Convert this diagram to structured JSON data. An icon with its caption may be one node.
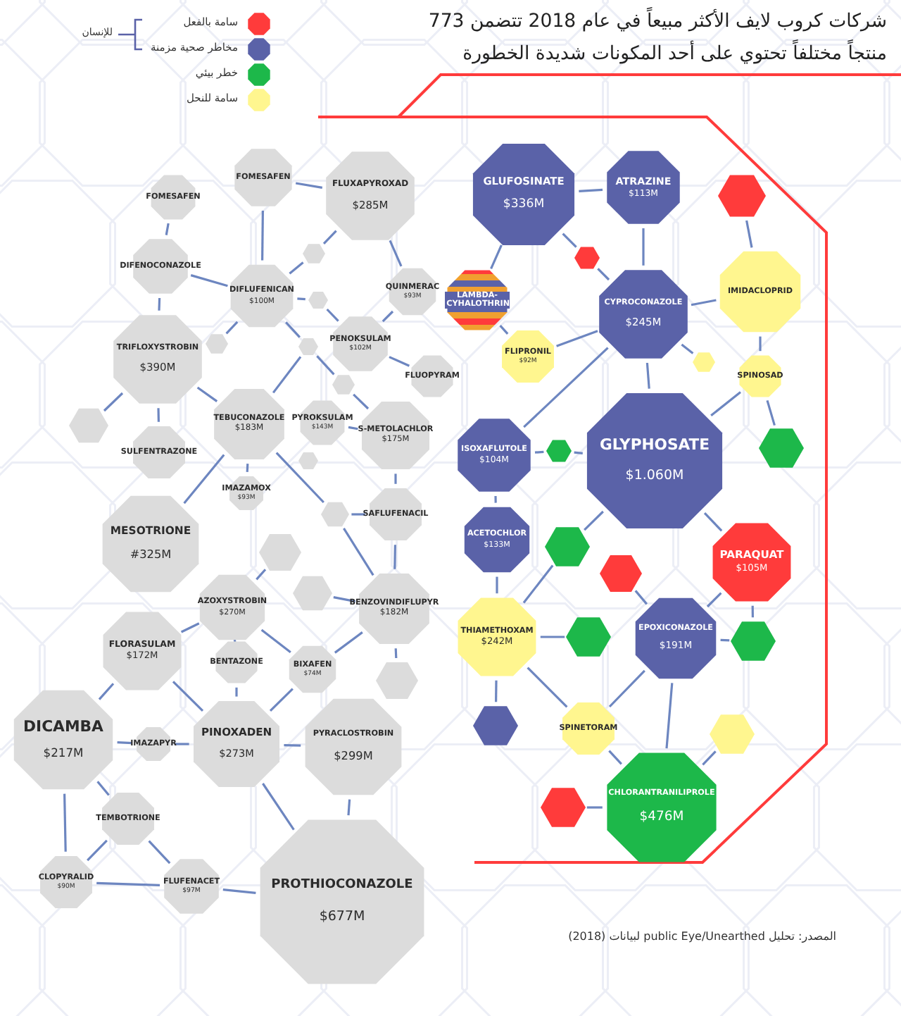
{
  "diagram": {
    "title": "شركات كروب لايف الأكثر مبيعاً في عام 2018 تتضمن 773 منتجاً مختلفاً تحتوي على أحد المكونات شديدة الخطورة",
    "nodes": [
      {
        "text": [
          "FOMESAFEN"
        ]
      },
      {
        "text": [
          "FOMESAFEN"
        ]
      },
      {
        "text": [
          "FLUXAPYROXAD",
          "$285M"
        ]
      },
      {
        "text": [
          "DIFENOCONAZOLE"
        ]
      },
      {
        "text": [
          "DIFLUFENICAN",
          "$100M"
        ]
      },
      {
        "text": [],
        "shape": "hexagon"
      },
      {
        "text": [
          "QUINMERAC",
          "$93M"
        ]
      },
      {
        "text": [],
        "shape": "hexagon"
      },
      {
        "text": [
          "TRIFLOXYSTROBIN",
          "$390M"
        ]
      },
      {
        "text": [],
        "shape": "hexagon"
      },
      {
        "text": [],
        "shape": "hexagon"
      },
      {
        "text": [
          "PENOKSULAM",
          "$102M"
        ]
      },
      {
        "text": [
          "FLUOPYRAM"
        ]
      },
      {
        "text": [],
        "shape": "hexagon"
      },
      {
        "text": [],
        "shape": "hexagon"
      },
      {
        "text": [
          "SULFENTRAZONE"
        ]
      },
      {
        "text": [
          "TEBUCONAZOLE",
          "$183M"
        ]
      },
      {
        "text": [
          "PYROKSULAM",
          "$143M"
        ]
      },
      {
        "text": [
          "S-METOLACHLOR",
          "$175M"
        ]
      },
      {
        "text": [],
        "shape": "hexagon"
      },
      {
        "text": [
          "IMAZAMOX",
          "$93M"
        ]
      },
      {
        "text": [
          "MESOTRIONE",
          "#325M"
        ]
      },
      {
        "text": [],
        "shape": "hexagon"
      },
      {
        "text": [
          "SAFLUFENACIL"
        ]
      },
      {
        "text": [],
        "shape": "hexagon"
      },
      {
        "text": [
          "AZOXYSTROBIN",
          "$270M"
        ]
      },
      {
        "text": [],
        "shape": "hexagon"
      },
      {
        "text": [
          "BENZOVINDIFLUPYR",
          "$182M"
        ]
      },
      {
        "text": [
          "FLORASULAM",
          "$172M"
        ]
      },
      {
        "text": [
          "BENTAZONE"
        ]
      },
      {
        "text": [
          "BIXAFEN",
          "$74M"
        ]
      },
      {
        "text": [],
        "shape": "hexagon"
      },
      {
        "text": [
          "DICAMBA",
          "$217M"
        ]
      },
      {
        "text": [
          "IMAZAPYR"
        ]
      },
      {
        "text": [
          "PINOXADEN",
          "$273M"
        ]
      },
      {
        "text": [
          "PYRACLOSTROBIN",
          "$299M"
        ]
      },
      {
        "text": [
          "TEMBOTRIONE"
        ]
      },
      {
        "text": [
          "CLOPYRALID",
          "$90M"
        ]
      },
      {
        "text": [
          "FLUFENACET",
          "$97M"
        ]
      },
      {
        "text": [
          "PROTHIOCONAZOLE",
          "$677M"
        ]
      },
      {
        "text": [
          "GLUFOSINATE",
          "$336M"
        ]
      },
      {
        "text": [
          "ATRAZINE",
          "$113M"
        ]
      },
      {
        "text": [],
        "shape": "hexagon"
      },
      {
        "text": [],
        "shape": "hexagon"
      },
      {
        "text": [
          "LAMBDA-CYHALOTHRIN"
        ]
      },
      {
        "text": [
          "CYPROCONAZOLE",
          "$245M"
        ]
      },
      {
        "text": [
          "IMIDACLOPRID"
        ]
      },
      {
        "text": [
          "FLIPRONIL",
          "$92M"
        ]
      },
      {
        "text": [],
        "shape": "hexagon"
      },
      {
        "text": [
          "SPINOSAD"
        ]
      },
      {
        "text": [
          "ISOXAFLUTOLE",
          "$104M"
        ]
      },
      {
        "text": [],
        "shape": "hexagon"
      },
      {
        "text": [
          "GLYPHOSATE",
          "$1.060M"
        ]
      },
      {
        "text": [],
        "shape": "hexagon"
      },
      {
        "text": [
          "ACETOCHLOR",
          "$133M"
        ]
      },
      {
        "text": [],
        "shape": "hexagon"
      },
      {
        "text": [],
        "shape": "hexagon"
      },
      {
        "text": [
          "PARAQUAT",
          "$105M"
        ]
      },
      {
        "text": [
          "THIAMETHOXAM",
          "$242M"
        ]
      },
      {
        "text": [],
        "shape": "hexagon"
      },
      {
        "text": [
          "EPOXICONAZOLE",
          "$191M"
        ]
      },
      {
        "text": [],
        "shape": "hexagon"
      },
      {
        "text": [],
        "shape": "hexagon"
      },
      {
        "text": [
          "SPINETORAM"
        ]
      },
      {
        "text": [],
        "shape": "hexagon"
      },
      {
        "text": [],
        "shape": "hexagon"
      },
      {
        "text": [
          "CHLORANTRANILIPROLE",
          "$476M"
        ]
      }
    ],
    "edges": [
      {
        "from": 1,
        "to": 2,
        "arrow": "none"
      },
      {
        "from": 1,
        "to": 4,
        "arrow": "none"
      },
      {
        "from": 0,
        "to": 3,
        "arrow": "none"
      },
      {
        "from": 3,
        "to": 4,
        "arrow": "none"
      },
      {
        "from": 3,
        "to": 8,
        "arrow": "none"
      },
      {
        "from": 5,
        "to": 2,
        "arrow": "none"
      },
      {
        "from": 5,
        "to": 4,
        "arrow": "none"
      },
      {
        "from": 4,
        "to": 7,
        "arrow": "none"
      },
      {
        "from": 7,
        "to": 11,
        "arrow": "none"
      },
      {
        "from": 2,
        "to": 6,
        "arrow": "none"
      },
      {
        "from": 6,
        "to": 11,
        "arrow": "none"
      },
      {
        "from": 11,
        "to": 12,
        "arrow": "none"
      },
      {
        "from": 4,
        "to": 9,
        "arrow": "none"
      },
      {
        "from": 4,
        "to": 10,
        "arrow": "none"
      },
      {
        "from": 10,
        "to": 13,
        "arrow": "none"
      },
      {
        "from": 13,
        "to": 18,
        "arrow": "none"
      },
      {
        "from": 10,
        "to": 16,
        "arrow": "none"
      },
      {
        "from": 8,
        "to": 14,
        "arrow": "none"
      },
      {
        "from": 8,
        "to": 15,
        "arrow": "none"
      },
      {
        "from": 8,
        "to": 16,
        "arrow": "none"
      },
      {
        "from": 17,
        "to": 18,
        "arrow": "none"
      },
      {
        "from": 16,
        "to": 21,
        "arrow": "none"
      },
      {
        "from": 16,
        "to": 20,
        "arrow": "none"
      },
      {
        "from": 16,
        "to": 22,
        "arrow": "none"
      },
      {
        "from": 22,
        "to": 23,
        "arrow": "none"
      },
      {
        "from": 22,
        "to": 27,
        "arrow": "none"
      },
      {
        "from": 18,
        "to": 23,
        "arrow": "none"
      },
      {
        "from": 23,
        "to": 27,
        "arrow": "none"
      },
      {
        "from": 24,
        "to": 25,
        "arrow": "none"
      },
      {
        "from": 26,
        "to": 27,
        "arrow": "none"
      },
      {
        "from": 25,
        "to": 28,
        "arrow": "none"
      },
      {
        "from": 25,
        "to": 29,
        "arrow": "none"
      },
      {
        "from": 25,
        "to": 30,
        "arrow": "none"
      },
      {
        "from": 30,
        "to": 27,
        "arrow": "none"
      },
      {
        "from": 27,
        "to": 31,
        "arrow": "none"
      },
      {
        "from": 30,
        "to": 34,
        "arrow": "none"
      },
      {
        "from": 29,
        "to": 34,
        "arrow": "none"
      },
      {
        "from": 28,
        "to": 34,
        "arrow": "none"
      },
      {
        "from": 28,
        "to": 32,
        "arrow": "none"
      },
      {
        "from": 32,
        "to": 33,
        "arrow": "none"
      },
      {
        "from": 33,
        "to": 34,
        "arrow": "none"
      },
      {
        "from": 34,
        "to": 35,
        "arrow": "none"
      },
      {
        "from": 32,
        "to": 36,
        "arrow": "none"
      },
      {
        "from": 32,
        "to": 37,
        "arrow": "none"
      },
      {
        "from": 36,
        "to": 37,
        "arrow": "none"
      },
      {
        "from": 36,
        "to": 38,
        "arrow": "none"
      },
      {
        "from": 37,
        "to": 38,
        "arrow": "none"
      },
      {
        "from": 38,
        "to": 39,
        "arrow": "none"
      },
      {
        "from": 35,
        "to": 39,
        "arrow": "none"
      },
      {
        "from": 34,
        "to": 39,
        "arrow": "none"
      },
      {
        "from": 40,
        "to": 41,
        "arrow": "none"
      },
      {
        "from": 40,
        "to": 44,
        "arrow": "none"
      },
      {
        "from": 40,
        "to": 43,
        "arrow": "none"
      },
      {
        "from": 43,
        "to": 45,
        "arrow": "none"
      },
      {
        "from": 41,
        "to": 45,
        "arrow": "none"
      },
      {
        "from": 45,
        "to": 46,
        "arrow": "none"
      },
      {
        "from": 42,
        "to": 46,
        "arrow": "none"
      },
      {
        "from": 46,
        "to": 49,
        "arrow": "none"
      },
      {
        "from": 45,
        "to": 47,
        "arrow": "none"
      },
      {
        "from": 44,
        "to": 47,
        "arrow": "none"
      },
      {
        "from": 45,
        "to": 48,
        "arrow": "none"
      },
      {
        "from": 45,
        "to": 50,
        "arrow": "none"
      },
      {
        "from": 45,
        "to": 52,
        "arrow": "none"
      },
      {
        "from": 49,
        "to": 52,
        "arrow": "none"
      },
      {
        "from": 49,
        "to": 53,
        "arrow": "none"
      },
      {
        "from": 50,
        "to": 51,
        "arrow": "none"
      },
      {
        "from": 51,
        "to": 52,
        "arrow": "none"
      },
      {
        "from": 50,
        "to": 54,
        "arrow": "none"
      },
      {
        "from": 52,
        "to": 55,
        "arrow": "none"
      },
      {
        "from": 52,
        "to": 57,
        "arrow": "none"
      },
      {
        "from": 54,
        "to": 58,
        "arrow": "none"
      },
      {
        "from": 55,
        "to": 58,
        "arrow": "none"
      },
      {
        "from": 58,
        "to": 59,
        "arrow": "none"
      },
      {
        "from": 58,
        "to": 62,
        "arrow": "none"
      },
      {
        "from": 58,
        "to": 63,
        "arrow": "none"
      },
      {
        "from": 56,
        "to": 60,
        "arrow": "none"
      },
      {
        "from": 57,
        "to": 60,
        "arrow": "none"
      },
      {
        "from": 57,
        "to": 61,
        "arrow": "none"
      },
      {
        "from": 60,
        "to": 61,
        "arrow": "none"
      },
      {
        "from": 60,
        "to": 63,
        "arrow": "none"
      },
      {
        "from": 60,
        "to": 66,
        "arrow": "none"
      },
      {
        "from": 63,
        "to": 66,
        "arrow": "none"
      },
      {
        "from": 64,
        "to": 66,
        "arrow": "none"
      },
      {
        "from": 65,
        "to": 66,
        "arrow": "none"
      }
    ],
    "labels": [
      "للإنسان",
      "المصدر: تحليل public Eye/Unearthed لبيانات (2018)"
    ],
    "legend": [
      {
        "text": "سامة بالفعل",
        "color": "#ff3b3b"
      },
      {
        "text": "مخاطر صحية مزمنة",
        "color": "#5a62a8"
      },
      {
        "text": "خطر بيئي",
        "color": "#1db84a"
      },
      {
        "text": "سامة للنحل",
        "color": "#fff68f"
      }
    ]
  }
}
